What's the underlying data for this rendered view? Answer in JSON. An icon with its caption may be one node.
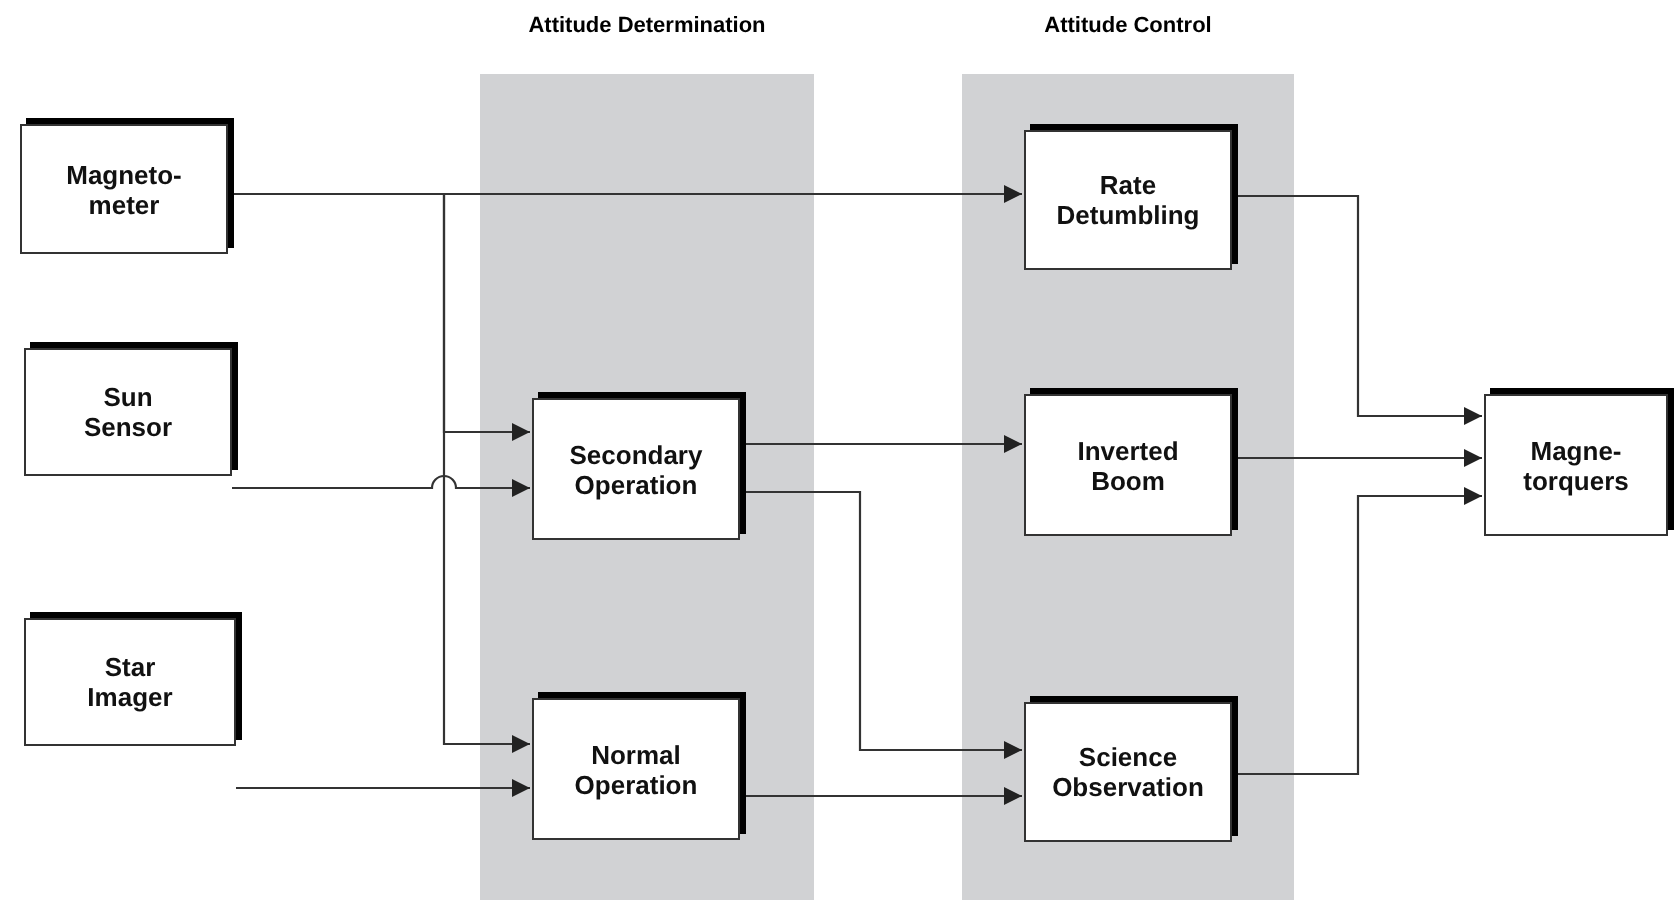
{
  "diagram": {
    "nodes": [
      {
        "text": [
          "Attitude Determination"
        ]
      },
      {
        "text": [
          "Attitude Control"
        ]
      },
      {
        "text": [
          "Magneto- meter"
        ]
      },
      {
        "text": [
          "Sun Sensor"
        ]
      },
      {
        "text": [
          "Star Imager"
        ]
      },
      {
        "text": [
          "Secondary Operation"
        ],
        "in": 0
      },
      {
        "text": [
          "Normal Operation"
        ],
        "in": 0
      },
      {
        "text": [
          "Rate Detumbling"
        ],
        "in": 1
      },
      {
        "text": [
          "Inverted Boom"
        ],
        "in": 1
      },
      {
        "text": [
          "Science Observation"
        ],
        "in": 1
      },
      {
        "text": [
          "Magne- torquers"
        ]
      }
    ],
    "edges": [
      {
        "from": 2,
        "to": 7,
        "arrow": "to"
      },
      {
        "from": 2,
        "to": 5,
        "arrow": "to"
      },
      {
        "from": 2,
        "to": 6,
        "arrow": "to"
      },
      {
        "from": 3,
        "to": 5,
        "arrow": "to"
      },
      {
        "from": 4,
        "to": 6,
        "arrow": "to"
      },
      {
        "from": 5,
        "to": 8,
        "arrow": "to"
      },
      {
        "from": 5,
        "to": 9,
        "arrow": "to"
      },
      {
        "from": 6,
        "to": 9,
        "arrow": "to"
      },
      {
        "from": 7,
        "to": 10,
        "arrow": "to"
      },
      {
        "from": 8,
        "to": 10,
        "arrow": "to"
      },
      {
        "from": 9,
        "to": 10,
        "arrow": "to"
      }
    ]
  }
}
